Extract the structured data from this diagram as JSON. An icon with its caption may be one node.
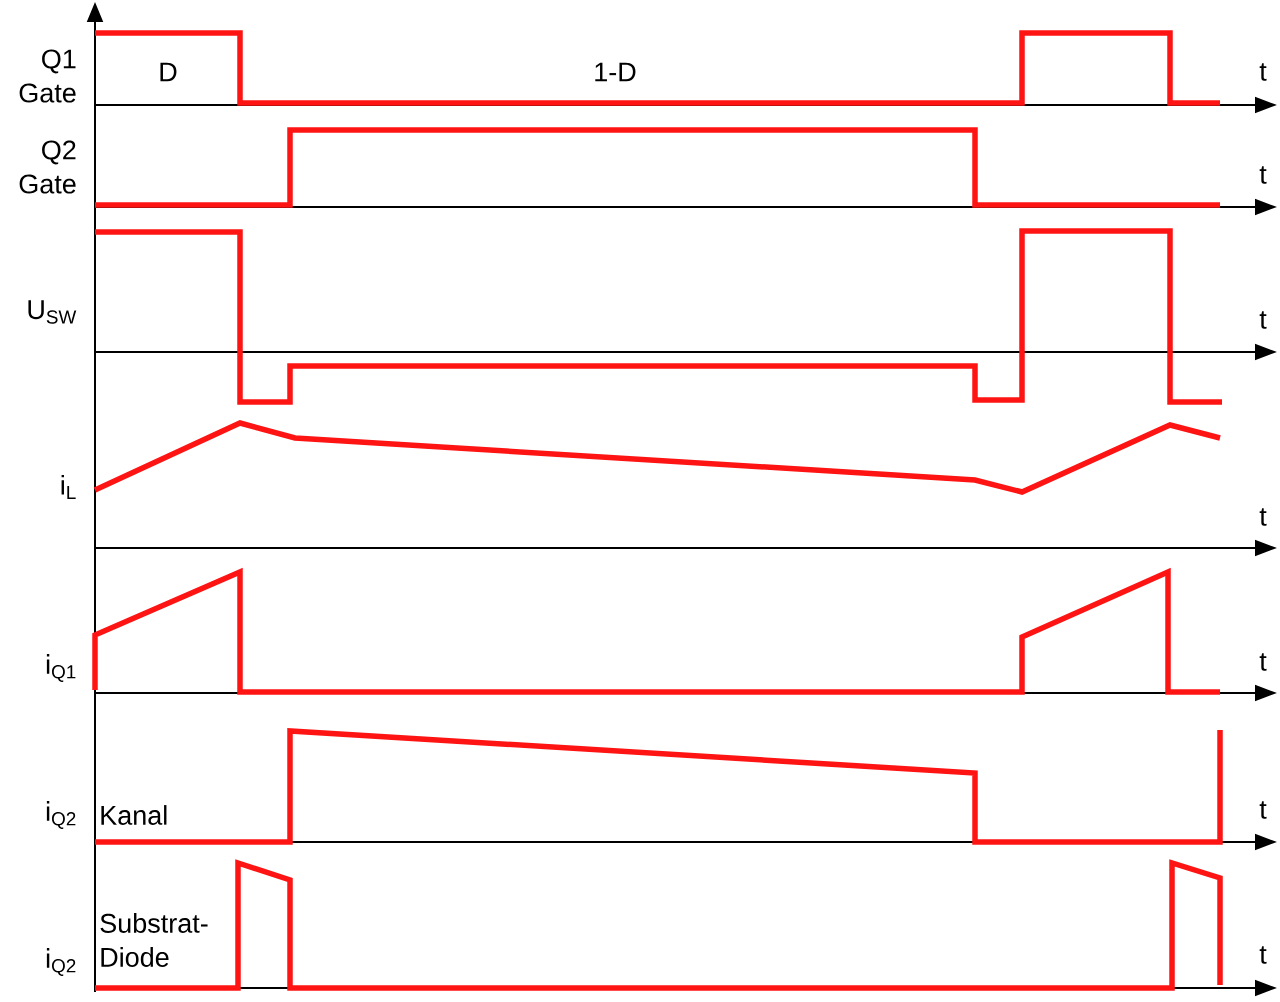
{
  "diagram": {
    "labels": [
      "Q1 Gate",
      "D",
      "1-D",
      "t",
      "Q2 Gate",
      "t",
      "U$_{SW}$",
      "t",
      "i$_{L}$",
      "t",
      "i$_{Q1}$",
      "t",
      "i$_{Q2}$",
      "Kanal",
      "t",
      "i$_{Q2}$",
      "Substrat- Diode",
      "t"
    ]
  }
}
